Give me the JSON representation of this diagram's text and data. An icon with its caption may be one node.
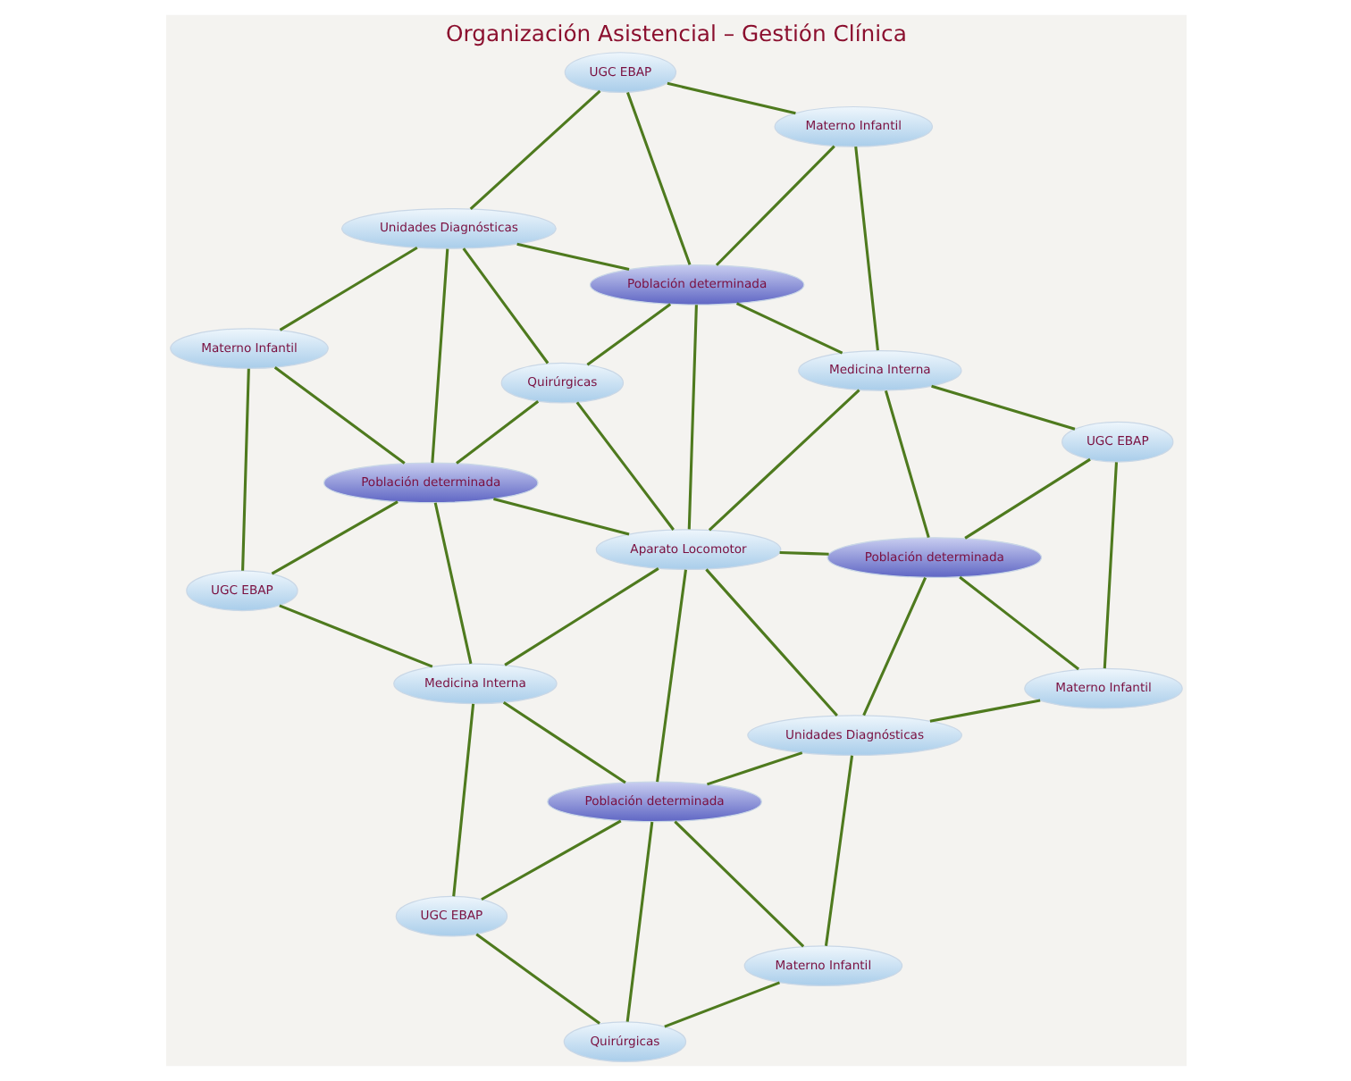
{
  "diagram": {
    "title": "Organización Asistencial – Gestión Clínica",
    "nodes": [
      {
        "text": [
          "UGC EBAP"
        ]
      },
      {
        "text": [
          "UGC EBAP"
        ]
      },
      {
        "text": [
          "Quirúrgicas"
        ]
      },
      {
        "text": [
          "Materno Infantil"
        ]
      },
      {
        "text": [
          "Medicina Interna"
        ]
      },
      {
        "text": [
          "Población determinada"
        ]
      },
      {
        "text": [
          "Población determinada"
        ]
      },
      {
        "text": [
          "Materno Infantil"
        ]
      },
      {
        "text": [
          "Unidades Diagnósticas"
        ]
      },
      {
        "text": [
          "Aparato Locomotor"
        ]
      },
      {
        "text": [
          "Unidades Diagnósticas"
        ]
      },
      {
        "text": [
          "Quirúrgicas"
        ]
      },
      {
        "text": [
          "Población determinada"
        ]
      },
      {
        "text": [
          "UGC EBAP"
        ]
      },
      {
        "text": [
          "Población determinada"
        ]
      },
      {
        "text": [
          "Medicina Interna"
        ]
      },
      {
        "text": [
          "Materno Infantil"
        ]
      },
      {
        "text": [
          "Materno Infantil"
        ]
      },
      {
        "text": [
          "UGC EBAP"
        ]
      }
    ],
    "edges": [
      {
        "from": 3,
        "to": 0,
        "arrow": "none"
      },
      {
        "from": 0,
        "to": 4,
        "arrow": "none"
      },
      {
        "from": 0,
        "to": 5,
        "arrow": "none"
      },
      {
        "from": 3,
        "to": 5,
        "arrow": "none"
      },
      {
        "from": 3,
        "to": 8,
        "arrow": "none"
      },
      {
        "from": 4,
        "to": 5,
        "arrow": "none"
      },
      {
        "from": 4,
        "to": 1,
        "arrow": "none"
      },
      {
        "from": 4,
        "to": 9,
        "arrow": "none"
      },
      {
        "from": 4,
        "to": 6,
        "arrow": "none"
      },
      {
        "from": 5,
        "to": 8,
        "arrow": "none"
      },
      {
        "from": 5,
        "to": 11,
        "arrow": "none"
      },
      {
        "from": 5,
        "to": 9,
        "arrow": "none"
      },
      {
        "from": 1,
        "to": 2,
        "arrow": "none"
      },
      {
        "from": 1,
        "to": 6,
        "arrow": "none"
      },
      {
        "from": 2,
        "to": 6,
        "arrow": "none"
      },
      {
        "from": 2,
        "to": 7,
        "arrow": "none"
      },
      {
        "from": 6,
        "to": 7,
        "arrow": "none"
      },
      {
        "from": 6,
        "to": 10,
        "arrow": "none"
      },
      {
        "from": 7,
        "to": 10,
        "arrow": "none"
      },
      {
        "from": 9,
        "to": 6,
        "arrow": "none"
      },
      {
        "from": 9,
        "to": 10,
        "arrow": "none"
      },
      {
        "from": 8,
        "to": 11,
        "arrow": "none"
      },
      {
        "from": 8,
        "to": 13,
        "arrow": "none"
      },
      {
        "from": 8,
        "to": 14,
        "arrow": "none"
      },
      {
        "from": 11,
        "to": 9,
        "arrow": "none"
      },
      {
        "from": 11,
        "to": 14,
        "arrow": "none"
      },
      {
        "from": 9,
        "to": 14,
        "arrow": "none"
      },
      {
        "from": 9,
        "to": 15,
        "arrow": "none"
      },
      {
        "from": 9,
        "to": 12,
        "arrow": "none"
      },
      {
        "from": 10,
        "to": 12,
        "arrow": "none"
      },
      {
        "from": 10,
        "to": 16,
        "arrow": "none"
      },
      {
        "from": 12,
        "to": 16,
        "arrow": "none"
      },
      {
        "from": 12,
        "to": 18,
        "arrow": "none"
      },
      {
        "from": 12,
        "to": 15,
        "arrow": "none"
      },
      {
        "from": 13,
        "to": 14,
        "arrow": "none"
      },
      {
        "from": 13,
        "to": 17,
        "arrow": "none"
      },
      {
        "from": 14,
        "to": 15,
        "arrow": "none"
      },
      {
        "from": 14,
        "to": 17,
        "arrow": "none"
      },
      {
        "from": 17,
        "to": 15,
        "arrow": "none"
      },
      {
        "from": 15,
        "to": 18,
        "arrow": "none"
      },
      {
        "from": 18,
        "to": 16,
        "arrow": "none"
      }
    ]
  }
}
